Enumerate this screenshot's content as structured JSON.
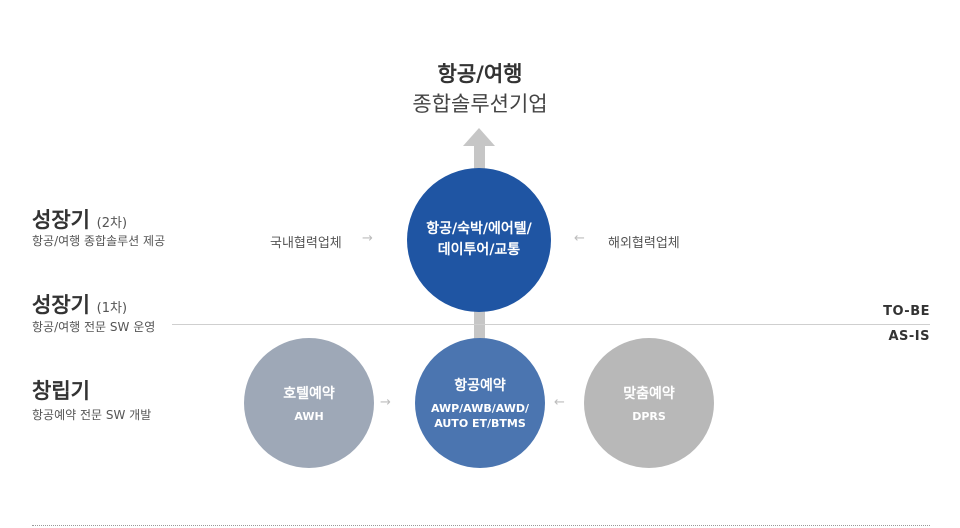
{
  "goal": {
    "title": "항공/여행",
    "subtitle": "종합솔루션기업"
  },
  "stages": {
    "growth2": {
      "title": "성장기",
      "note": "(2차)",
      "desc": "항공/여행 종합솔루션 제공"
    },
    "growth1": {
      "title": "성장기",
      "note": "(1차)",
      "desc": "항공/여행 전문 SW 운영"
    },
    "founding": {
      "title": "창립기",
      "desc": "항공예약 전문 SW 개발"
    }
  },
  "markers": {
    "to_be": "TO-BE",
    "as_is": "AS-IS"
  },
  "top_circle": {
    "line1": "항공/숙박/에어텔/",
    "line2": "데이투어/교통"
  },
  "partners": {
    "domestic": "국내협력업체",
    "overseas": "해외협력업체",
    "arrow_right": "→",
    "arrow_left": "←"
  },
  "circles": {
    "hotel": {
      "name": "호텔예약",
      "code": "AWH"
    },
    "air": {
      "name": "항공예약",
      "code1": "AWP/AWB/AWD/",
      "code2": "AUTO ET/BTMS"
    },
    "custom": {
      "name": "맞춤예약",
      "code": "DPRS"
    }
  },
  "colors": {
    "top_circle": "#1f55a3",
    "mid_circle": "#4b75b0",
    "left_circle": "#9ea8b7",
    "right_circle": "#b8b8b8"
  }
}
